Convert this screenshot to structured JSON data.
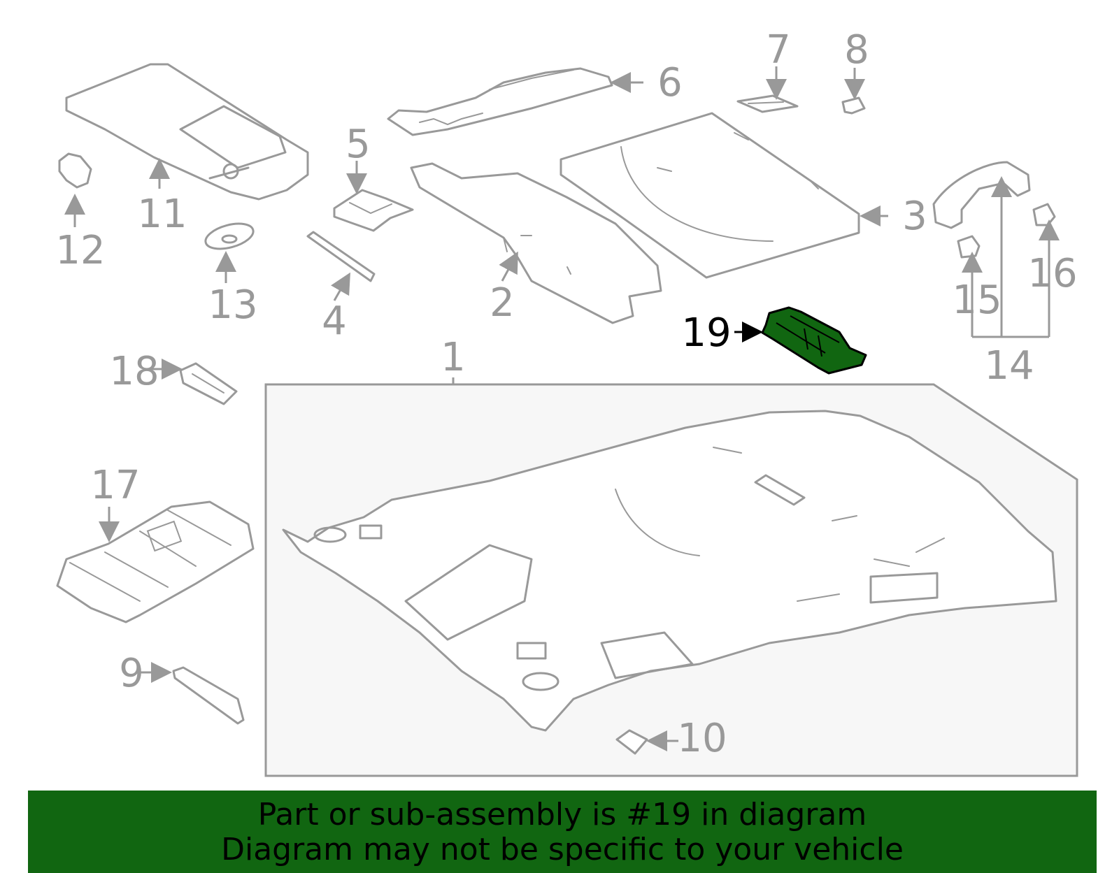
{
  "callouts": {
    "c1": "1",
    "c2": "2",
    "c3": "3",
    "c4": "4",
    "c5": "5",
    "c6": "6",
    "c7": "7",
    "c8": "8",
    "c9": "9",
    "c10": "10",
    "c11": "11",
    "c12": "12",
    "c13": "13",
    "c14": "14",
    "c15": "15",
    "c16": "16",
    "c17": "17",
    "c18": "18",
    "c19": "19"
  },
  "highlighted_part": "19",
  "colors": {
    "line": "#999999",
    "highlight_fill": "#116611",
    "banner_bg": "#116611",
    "panel_bg": "#f7f7f7"
  },
  "banner": {
    "line1": "Part or sub-assembly is #19 in diagram",
    "line2": "Diagram may not be specific to your vehicle"
  }
}
